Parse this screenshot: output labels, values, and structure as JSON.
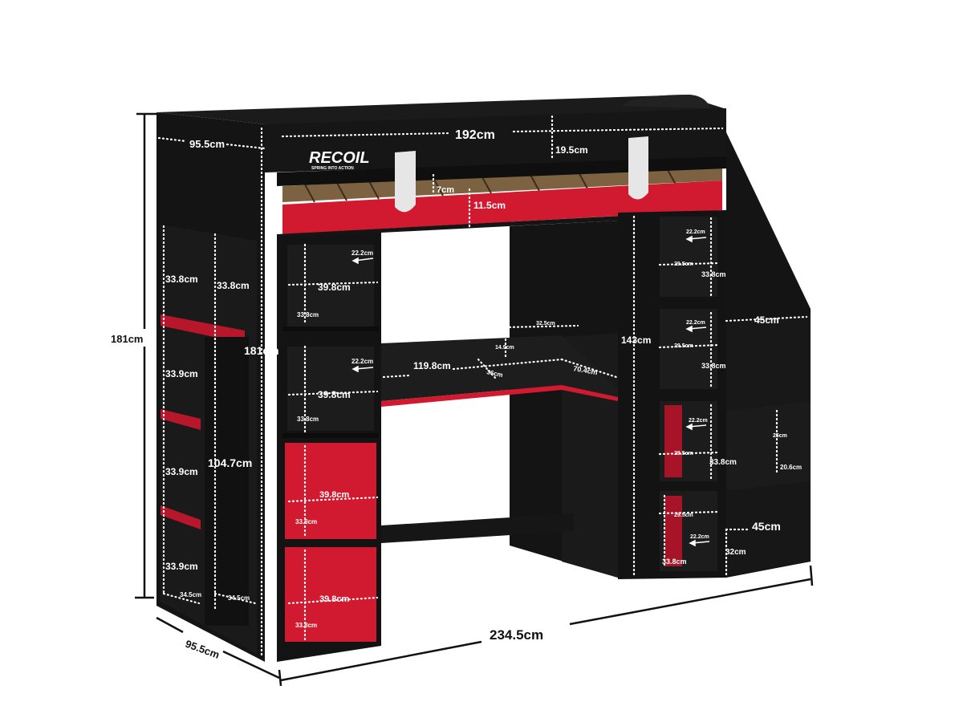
{
  "brand": {
    "name": "RECOIL",
    "tagline": "SPRING INTO ACTION"
  },
  "colors": {
    "body": "#141414",
    "panel": "#1c1c1c",
    "accent_red": "#d11a2f",
    "slat": "#8a6b45",
    "handle": "#e6e6e6"
  },
  "dimensions": {
    "overall_height": "181cm",
    "overall_length": "234.5cm",
    "overall_depth": "95.5cm",
    "top_depth": "95.5cm",
    "bed_length": "192cm",
    "guard_height": "19.5cm",
    "guard_gap": "7cm",
    "rail_height": "11.5cm",
    "left_end_height": "181cm",
    "left_shelf_1": "33.8cm",
    "left_shelf_1b": "33.8cm",
    "left_shelf_2": "33.9cm",
    "left_shelf_3": "33.9cm",
    "left_shelf_4": "33.9cm",
    "left_gap_height": "104.7cm",
    "left_bottom_depth_a": "34.5cm",
    "left_bottom_depth_b": "34.5cm",
    "center_shelf_width_1": "39.8cm",
    "center_shelf_width_2": "39.8cm",
    "center_shelf_height_1": "33.8cm",
    "center_shelf_height_2": "33.8cm",
    "center_shelf_depth_1": "22.2cm",
    "center_shelf_depth_2": "22.2cm",
    "drawer_width_1": "39.8cm",
    "drawer_width_2": "39.8cm",
    "drawer_height_1": "33.8cm",
    "drawer_height_2": "33.8cm",
    "desk_length": "119.8cm",
    "desk_depth": "36cm",
    "desk_return_length": "70.4cm",
    "desk_return_depth": "32.5cm",
    "desk_back_height": "14.9cm",
    "right_column_height": "143cm",
    "right_shelf_depth_1": "22.2cm",
    "right_shelf_depth_2": "22.2cm",
    "right_shelf_depth_3": "22.2cm",
    "right_shelf_depth_4": "22.2cm",
    "right_shelf_width_1": "29.5cm",
    "right_shelf_width_2": "29.5cm",
    "right_shelf_width_3": "29.5cm",
    "right_shelf_width_4": "29.5cm",
    "right_shelf_height_1": "33.8cm",
    "right_shelf_height_2": "33.8cm",
    "right_shelf_height_3": "33.8cm",
    "right_shelf_height_4": "33.8cm",
    "step_depth_top": "45cm",
    "step_depth_bottom": "45cm",
    "step_height": "25cm",
    "step_inner": "20.6cm",
    "step_bottom_height": "32cm"
  }
}
